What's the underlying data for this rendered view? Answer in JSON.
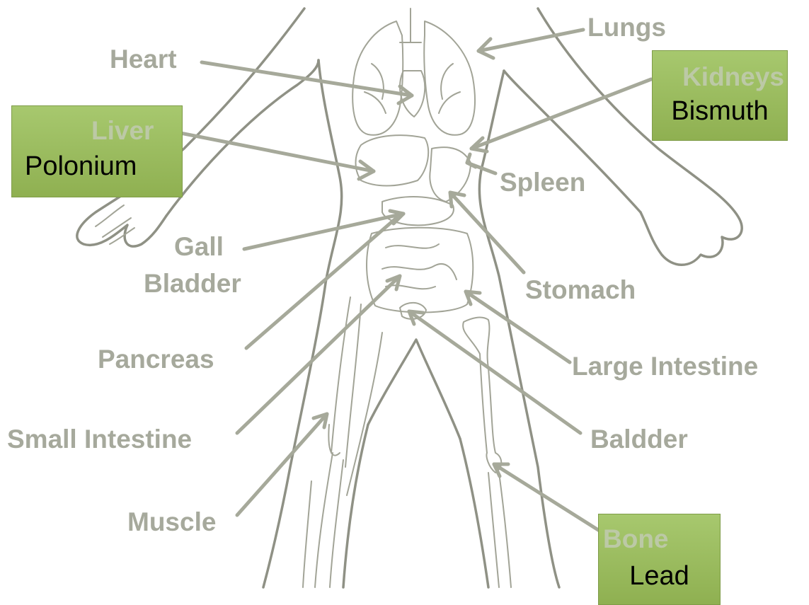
{
  "diagram": {
    "labels": {
      "lungs": "Lungs",
      "heart": "Heart",
      "spleen": "Spleen",
      "gall_line1": "Gall",
      "gall_line2": "Bladder",
      "stomach": "Stomach",
      "pancreas": "Pancreas",
      "large_intestine": "Large Intestine",
      "small_intestine": "Small Intestine",
      "baldder": "Baldder",
      "muscle": "Muscle"
    },
    "callouts": {
      "liver": {
        "organ": "Liver",
        "element": "Polonium"
      },
      "kidneys": {
        "organ": "Kidneys",
        "element": "Bismuth"
      },
      "bone": {
        "organ": "Bone",
        "element": "Lead"
      }
    },
    "colors": {
      "label_gray": "#a6a99c",
      "callout_green": "#9bbb59",
      "callout_text": "#000000"
    }
  }
}
